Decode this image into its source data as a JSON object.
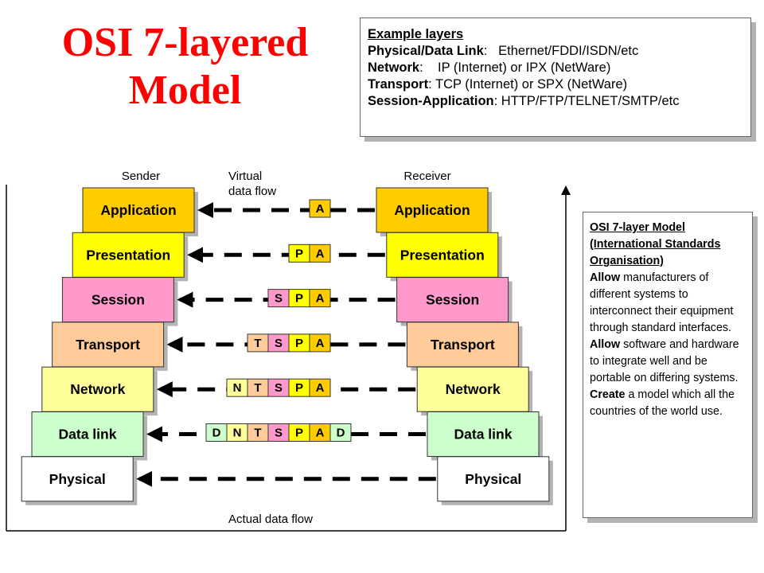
{
  "title": {
    "line1": "OSI 7-layered",
    "line2": "Model"
  },
  "example_box": {
    "heading": "Example layers",
    "rows": [
      {
        "label": "Physical/Data Link",
        "sep": ":   ",
        "text": "Ethernet/FDDI/ISDN/etc"
      },
      {
        "label": "Network",
        "sep": ":    ",
        "text": "IP (Internet) or IPX (NetWare)"
      },
      {
        "label": "Transport",
        "sep": ": ",
        "text": "TCP (Internet) or SPX (NetWare)"
      },
      {
        "label": "Session-Application",
        "sep": ": ",
        "text": "HTTP/FTP/TELNET/SMTP/etc"
      }
    ]
  },
  "side_box": {
    "heading": "OSI 7-layer Model (International Standards Organisation)",
    "para1_bold": "Allow",
    "para1_text": " manufacturers of different systems to interconnect their equipment through standard interfaces.",
    "para2_bold": "Allow",
    "para2_text": " software and hardware to integrate well and be portable on differing systems.",
    "para3_bold": "Create",
    "para3_text": " a model which all the countries of the world use."
  },
  "diagram": {
    "sender_label": "Sender",
    "receiver_label": "Receiver",
    "virtual_label_1": "Virtual",
    "virtual_label_2": "data flow",
    "actual_label": "Actual data flow",
    "layers": [
      {
        "name": "Application",
        "color": "#ffcc00"
      },
      {
        "name": "Presentation",
        "color": "#ffff00"
      },
      {
        "name": "Session",
        "color": "#ff99cc"
      },
      {
        "name": "Transport",
        "color": "#ffcc99"
      },
      {
        "name": "Network",
        "color": "#ffff99"
      },
      {
        "name": "Data link",
        "color": "#ccffcc"
      },
      {
        "name": "Physical",
        "color": "#ffffff"
      }
    ],
    "headers": [
      [
        "A"
      ],
      [
        "P",
        "A"
      ],
      [
        "S",
        "P",
        "A"
      ],
      [
        "T",
        "S",
        "P",
        "A"
      ],
      [
        "N",
        "T",
        "S",
        "P",
        "A"
      ],
      [
        "D",
        "N",
        "T",
        "S",
        "P",
        "A",
        "D"
      ],
      []
    ]
  }
}
